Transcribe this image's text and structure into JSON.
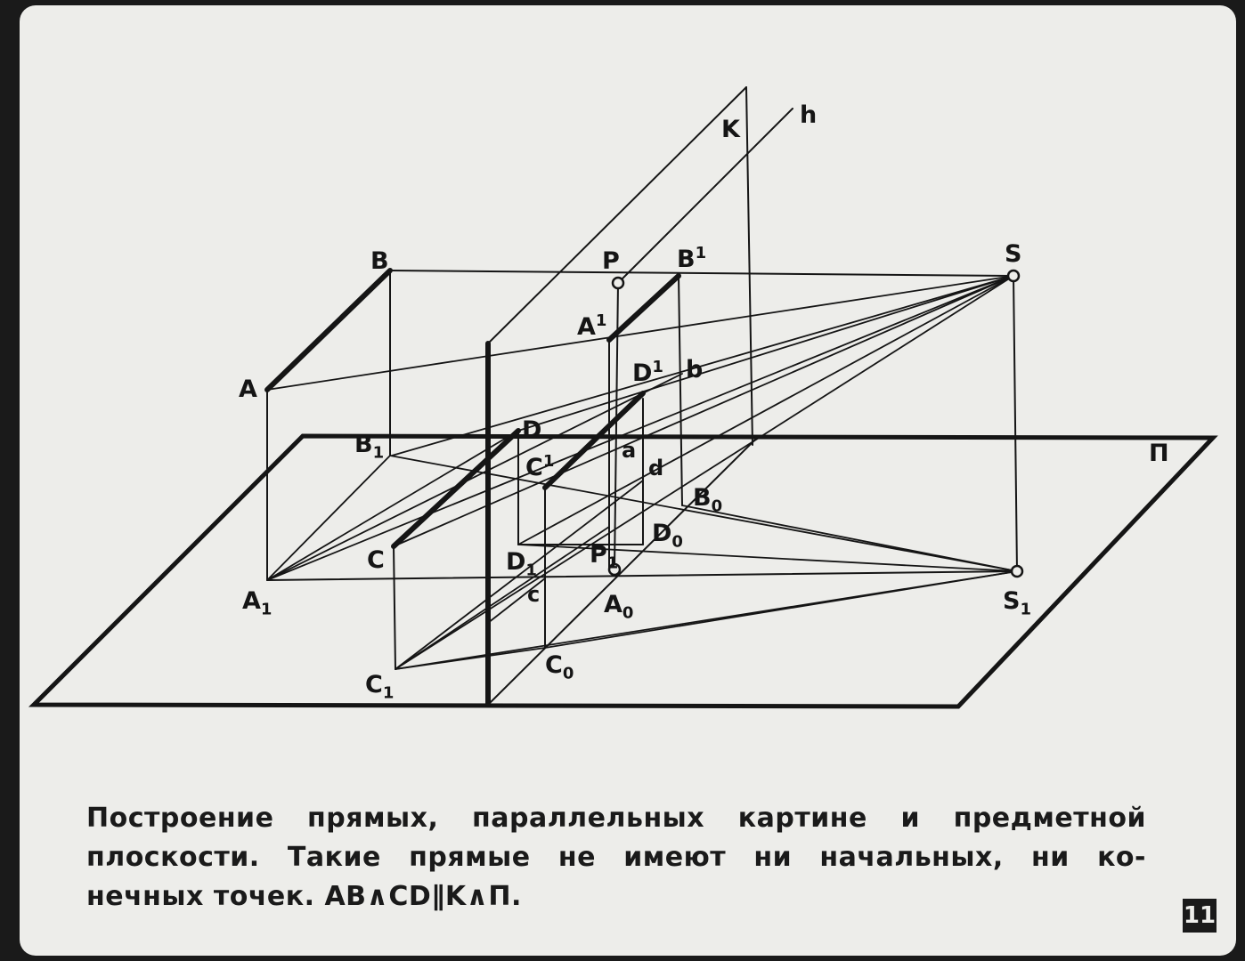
{
  "labels": {
    "K": "K",
    "h": "h",
    "P": "P",
    "B_prime": "B",
    "B_prime_sup": "1",
    "S": "S",
    "B": "B",
    "A_prime": "A",
    "A_prime_sup": "1",
    "A": "A",
    "D_prime": "D",
    "D_prime_sup": "1",
    "b": "b",
    "B1": "B",
    "B1_sub": "1",
    "D": "D",
    "a": "a",
    "Pi": "П",
    "C_prime": "C",
    "C_prime_sup": "1",
    "d": "d",
    "B0": "B",
    "B0_sub": "0",
    "C": "C",
    "D0": "D",
    "D0_sub": "0",
    "D1": "D",
    "D1_sub": "1",
    "P1": "P",
    "P1_sub": "1",
    "A1": "A",
    "A1_sub": "1",
    "c": "c",
    "A0": "A",
    "A0_sub": "0",
    "S1": "S",
    "S1_sub": "1",
    "C1": "C",
    "C1_sub": "1",
    "C0": "C",
    "C0_sub": "0"
  },
  "caption": {
    "line1": "Построение прямых, параллельных картине и предметной",
    "line2": "плоскости. Такие прямые не имеют ни начальных, ни ко-",
    "line3": "нечных точек. AB∧CD∥K∧П."
  },
  "page_number": "11",
  "colors": {
    "ink": "#151515",
    "paper": "#ededea",
    "frame": "#1a1a1a"
  }
}
